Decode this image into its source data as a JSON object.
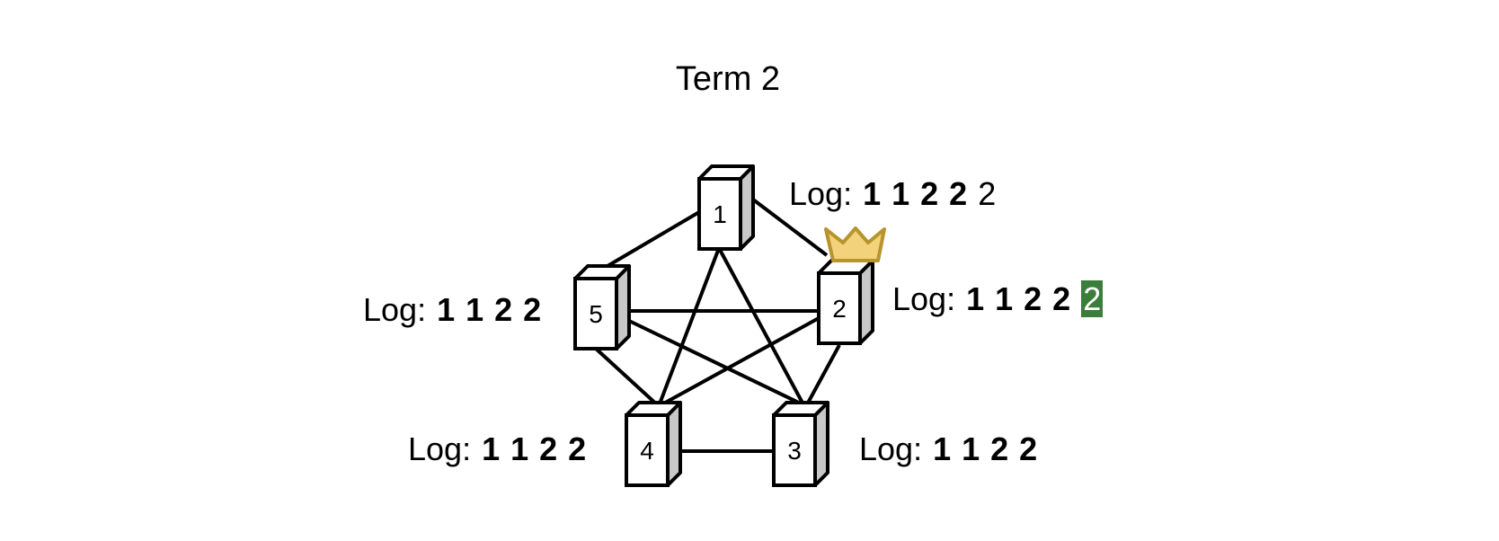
{
  "title": "Term 2",
  "colors": {
    "new_entry_bg": "#3b7d3b",
    "crown_fill": "#f2d27a",
    "crown_stroke": "#b8942e",
    "server_side": "#c8c8c8"
  },
  "log_prefix": "Log:",
  "servers": [
    {
      "id": "1",
      "log": [
        "1",
        "1",
        "2",
        "2"
      ],
      "pending": [
        "2"
      ],
      "new_entries": []
    },
    {
      "id": "2",
      "log": [
        "1",
        "1",
        "2",
        "2"
      ],
      "pending": [],
      "new_entries": [
        "2"
      ],
      "leader": true
    },
    {
      "id": "3",
      "log": [
        "1",
        "1",
        "2",
        "2"
      ],
      "pending": [],
      "new_entries": []
    },
    {
      "id": "4",
      "log": [
        "1",
        "1",
        "2",
        "2"
      ],
      "pending": [],
      "new_entries": []
    },
    {
      "id": "5",
      "log": [
        "1",
        "1",
        "2",
        "2"
      ],
      "pending": [],
      "new_entries": []
    }
  ],
  "icons": {
    "leader": "crown-icon",
    "server": "server-icon"
  }
}
